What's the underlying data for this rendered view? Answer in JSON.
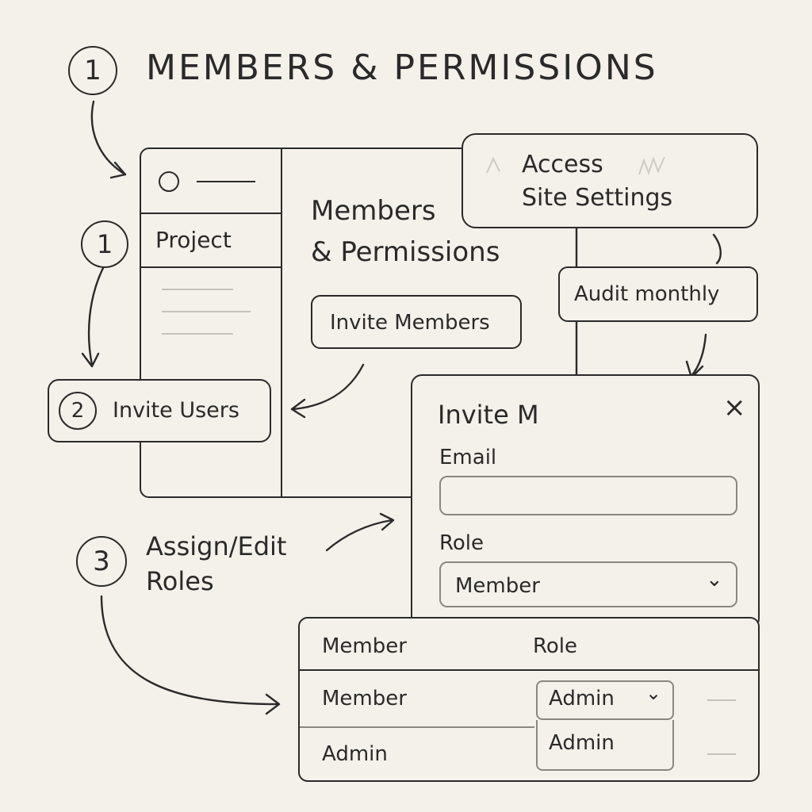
{
  "title": {
    "step": "1",
    "text": "MEMBERS & PERMISSIONS"
  },
  "window": {
    "sidebar": {
      "project_label": "Project"
    },
    "main": {
      "heading_line1": "Members",
      "heading_line2": "& Permissions",
      "invite_button": "Invite Members"
    }
  },
  "steps": {
    "step1": {
      "number": "1"
    },
    "step2": {
      "number": "2",
      "label": "Invite Users"
    },
    "step3": {
      "number": "3",
      "label_line1": "Assign/Edit",
      "label_line2": "Roles"
    }
  },
  "callouts": {
    "access_line1": "Access",
    "access_line2": "Site Settings",
    "audit": "Audit monthly"
  },
  "dialog": {
    "title": "Invite M",
    "close_glyph": "×",
    "email_label": "Email",
    "email_value": "",
    "role_label": "Role",
    "role_value": "Member",
    "chevron": "⌄"
  },
  "table": {
    "headers": [
      "Member",
      "Role"
    ],
    "rows": [
      {
        "name": "Member",
        "role": "Admin"
      },
      {
        "name": "Admin",
        "role": "Admin"
      }
    ],
    "chevron": "⌄"
  },
  "icons": {
    "close": "close-icon",
    "chevron": "chevron-down-icon",
    "avatar": "circle-icon"
  }
}
